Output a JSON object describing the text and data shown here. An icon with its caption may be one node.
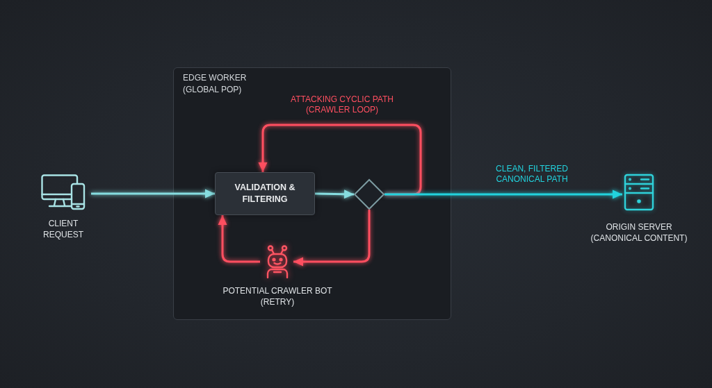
{
  "diagram": {
    "nodes": [
      {
        "text": [
          "EDGE WORKER (GLOBAL POP)"
        ]
      },
      {
        "text": [
          "CLIENT REQUEST"
        ]
      },
      {
        "text": [
          "VALIDATION & FILTERING"
        ],
        "in": 0
      },
      {
        "text": [],
        "shape": "diamond",
        "in": 0
      },
      {
        "text": [
          "POTENTIAL CRAWLER BOT (RETRY)"
        ],
        "in": 0
      },
      {
        "text": [
          "ORIGIN SERVER (CANONICAL CONTENT)"
        ]
      }
    ],
    "edges": [
      {
        "from": 1,
        "to": 2,
        "arrow": "to",
        "color": "#86dde0"
      },
      {
        "from": 2,
        "to": 3,
        "arrow": "to",
        "color": "#86dde0"
      },
      {
        "from": 3,
        "to": 5,
        "arrow": "to",
        "label": "CLEAN, FILTERED CANONICAL PATH",
        "color": "#22d3de"
      },
      {
        "from": 3,
        "to": 2,
        "arrow": "to",
        "label": "ATTACKING CYCLIC PATH (CRAWLER LOOP)"
      },
      {
        "from": 3,
        "to": 4,
        "arrow": "to"
      },
      {
        "from": 4,
        "to": 2,
        "arrow": "to"
      }
    ]
  }
}
